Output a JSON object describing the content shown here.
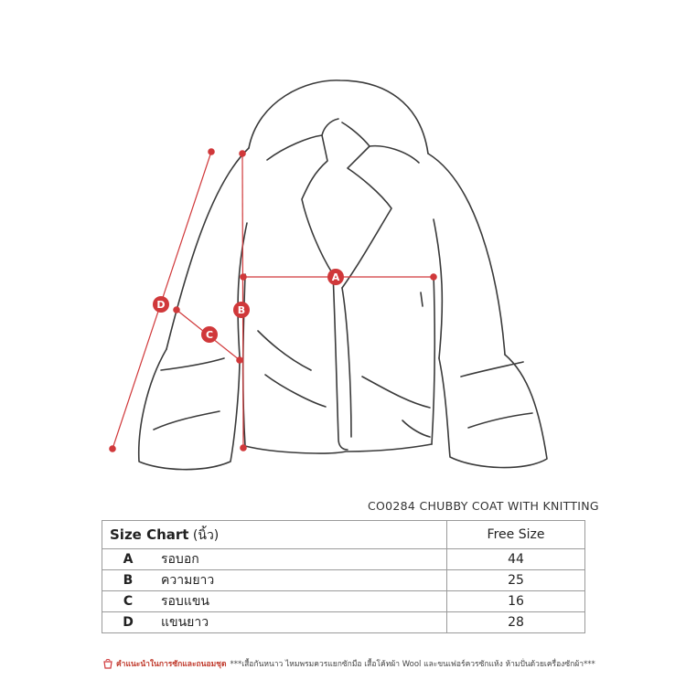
{
  "colors": {
    "accent": "#d0383a",
    "outline": "#3a3a3a"
  },
  "diagram": {
    "labels": {
      "a": "A",
      "b": "B",
      "c": "C",
      "d": "D"
    }
  },
  "product": {
    "title": "CO0284 CHUBBY COAT WITH KNITTING"
  },
  "size_chart": {
    "title": "Size Chart",
    "unit": "(นิ้ว)",
    "column_header": "Free Size",
    "rows": [
      {
        "key": "A",
        "label": "รอบอก",
        "value": "44"
      },
      {
        "key": "B",
        "label": "ความยาว",
        "value": "25"
      },
      {
        "key": "C",
        "label": "รอบแขน",
        "value": "16"
      },
      {
        "key": "D",
        "label": "แขนยาว",
        "value": "28"
      }
    ]
  },
  "care": {
    "icon": "hand-wash-icon",
    "title": "คำแนะนำในการซักและถนอมชุด",
    "text": "***เสื้อกันหนาว ไหมพรมควรแยกซักมือ เสื้อโค้ทผ้า Wool และขนเฟอร์ควรซักแห้ง ห้ามปั่นด้วยเครื่องซักผ้า***"
  }
}
